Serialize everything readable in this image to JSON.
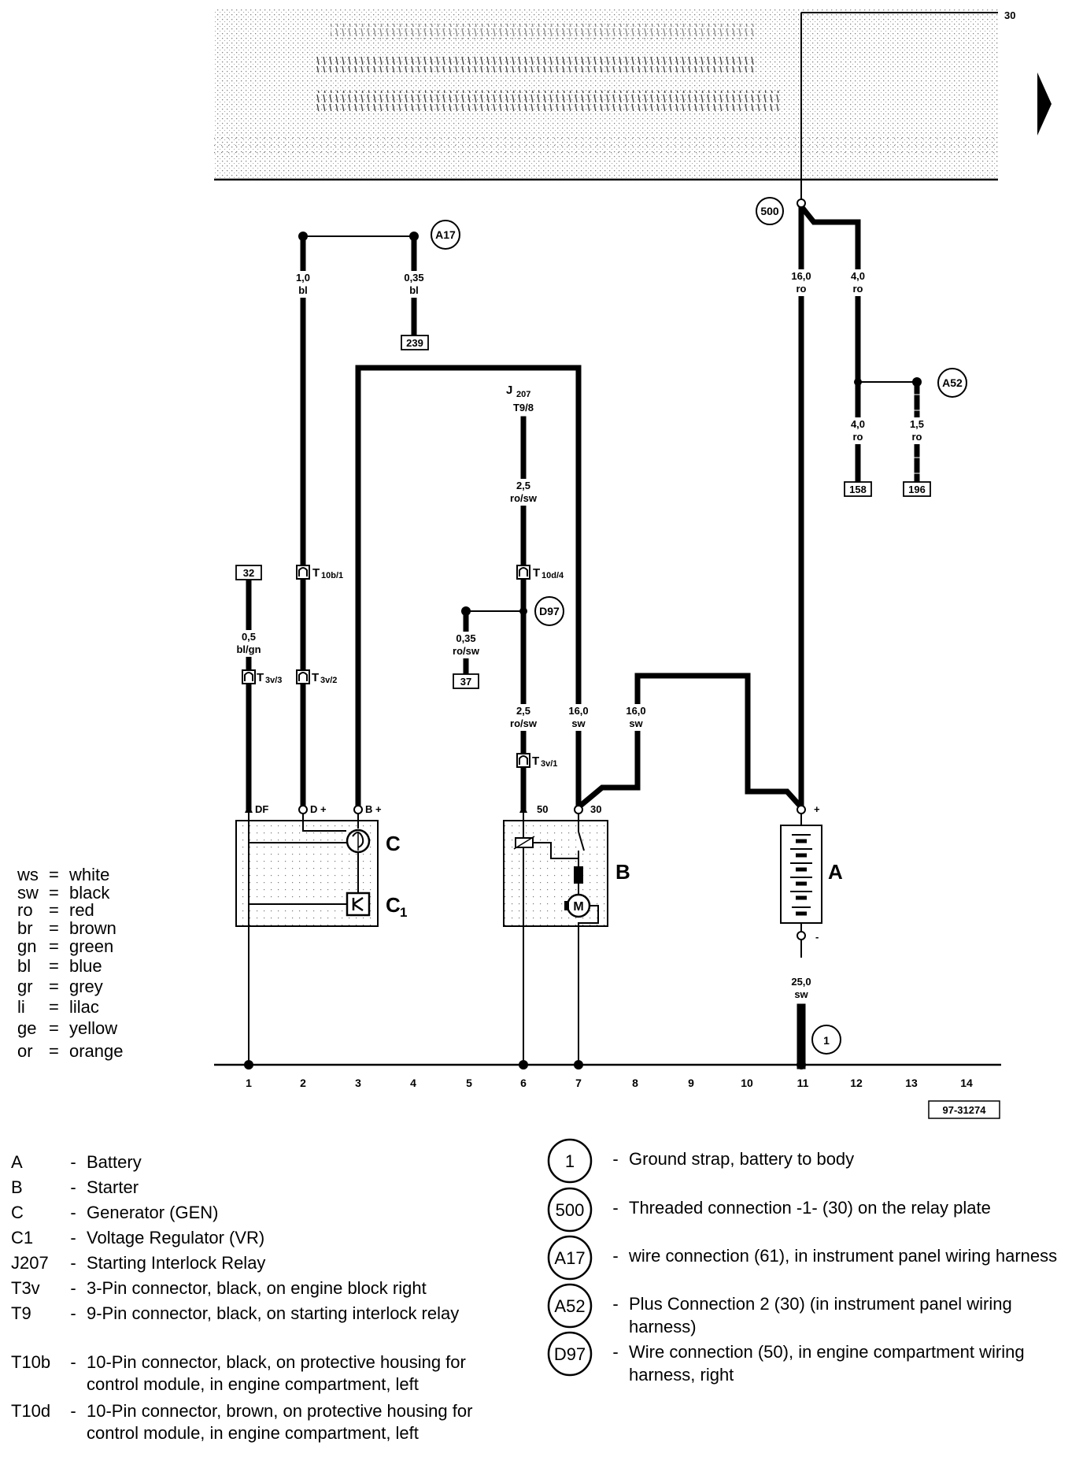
{
  "diagram": {
    "top_terminal": "30",
    "diagram_number": "97-31274",
    "ground_numbers": [
      "1",
      "2",
      "3",
      "4",
      "5",
      "6",
      "7",
      "8",
      "9",
      "10",
      "11",
      "12",
      "13",
      "14"
    ],
    "components": {
      "generator": "C",
      "regulator_letter": "C",
      "regulator_sub": "1",
      "starter": "B",
      "battery": "A",
      "relay_main": "J",
      "relay_sub": "207",
      "relay_pin": "T9/8"
    },
    "pins": {
      "df": "DF",
      "d_plus": "D +",
      "b_plus": "B +",
      "starter_50": "50",
      "starter_30": "30",
      "batt_plus": "+",
      "batt_minus": "-"
    },
    "connectors": {
      "t10b_main": "T",
      "t10b_sub": "10b/1",
      "t10d_main": "T",
      "t10d_sub": "10d/4",
      "t3v3_main": "T",
      "t3v3_sub": "3v/3",
      "t3v2_main": "T",
      "t3v2_sub": "3v/2",
      "t3v1_main": "T",
      "t3v1_sub": "3v/1"
    },
    "wires": {
      "w1_size": "1,0",
      "w1_color": "bl",
      "w2_size": "0,35",
      "w2_color": "bl",
      "w3_size": "16,0",
      "w3_color": "ro",
      "w4_size": "4,0",
      "w4_color": "ro",
      "w5_size": "4,0",
      "w5_color": "ro",
      "w6_size": "1,5",
      "w6_color": "ro",
      "w7_size": "2,5",
      "w7_color": "ro/sw",
      "w8_size": "0,5",
      "w8_color": "bl/gn",
      "w9_size": "0,35",
      "w9_color": "ro/sw",
      "w10_size": "2,5",
      "w10_color": "ro/sw",
      "w11_size": "16,0",
      "w11_color": "sw",
      "w12_size": "16,0",
      "w12_color": "sw",
      "w13_size": "25,0",
      "w13_color": "sw"
    },
    "references": {
      "r239": "239",
      "r158": "158",
      "r196": "196",
      "r32": "32",
      "r37": "37"
    },
    "circles": {
      "c500": "500",
      "cA17": "A17",
      "cA52": "A52",
      "cD97": "D97",
      "c1": "1"
    }
  },
  "color_codes": [
    {
      "abbr": "ws",
      "name": "white"
    },
    {
      "abbr": "sw",
      "name": "black"
    },
    {
      "abbr": "ro",
      "name": "red"
    },
    {
      "abbr": "br",
      "name": "brown"
    },
    {
      "abbr": "gn",
      "name": "green"
    },
    {
      "abbr": "bl",
      "name": "blue"
    },
    {
      "abbr": "gr",
      "name": "grey"
    },
    {
      "abbr": "li",
      "name": "lilac"
    },
    {
      "abbr": "ge",
      "name": "yellow"
    },
    {
      "abbr": "or",
      "name": "orange"
    }
  ],
  "legend": [
    {
      "code": "A",
      "desc": "Battery"
    },
    {
      "code": "B",
      "desc": "Starter"
    },
    {
      "code": "C",
      "desc": "Generator (GEN)"
    },
    {
      "code": "C1",
      "desc": "Voltage Regulator (VR)"
    },
    {
      "code": "J207",
      "desc": "Starting Interlock Relay"
    },
    {
      "code": "T3v",
      "desc": "3-Pin connector, black, on engine block right"
    },
    {
      "code": "T9",
      "desc": "9-Pin connector, black, on starting interlock relay"
    },
    {
      "code": "T10b",
      "desc": "10-Pin connector, black, on protective housing for control module, in engine compartment, left"
    },
    {
      "code": "T10d",
      "desc": "10-Pin connector, brown, on protective housing for control module, in engine compartment, left"
    }
  ],
  "legend_right": [
    {
      "code": "1",
      "desc": "Ground strap, battery to body"
    },
    {
      "code": "500",
      "desc": "Threaded connection -1- (30) on the relay plate"
    },
    {
      "code": "A17",
      "desc": "wire connection (61), in instrument panel wiring harness"
    },
    {
      "code": "A52",
      "desc": "Plus Connection 2 (30) (in instrument panel wiring harness)"
    },
    {
      "code": "D97",
      "desc": "Wire connection (50), in engine compartment wiring harness, right"
    }
  ]
}
